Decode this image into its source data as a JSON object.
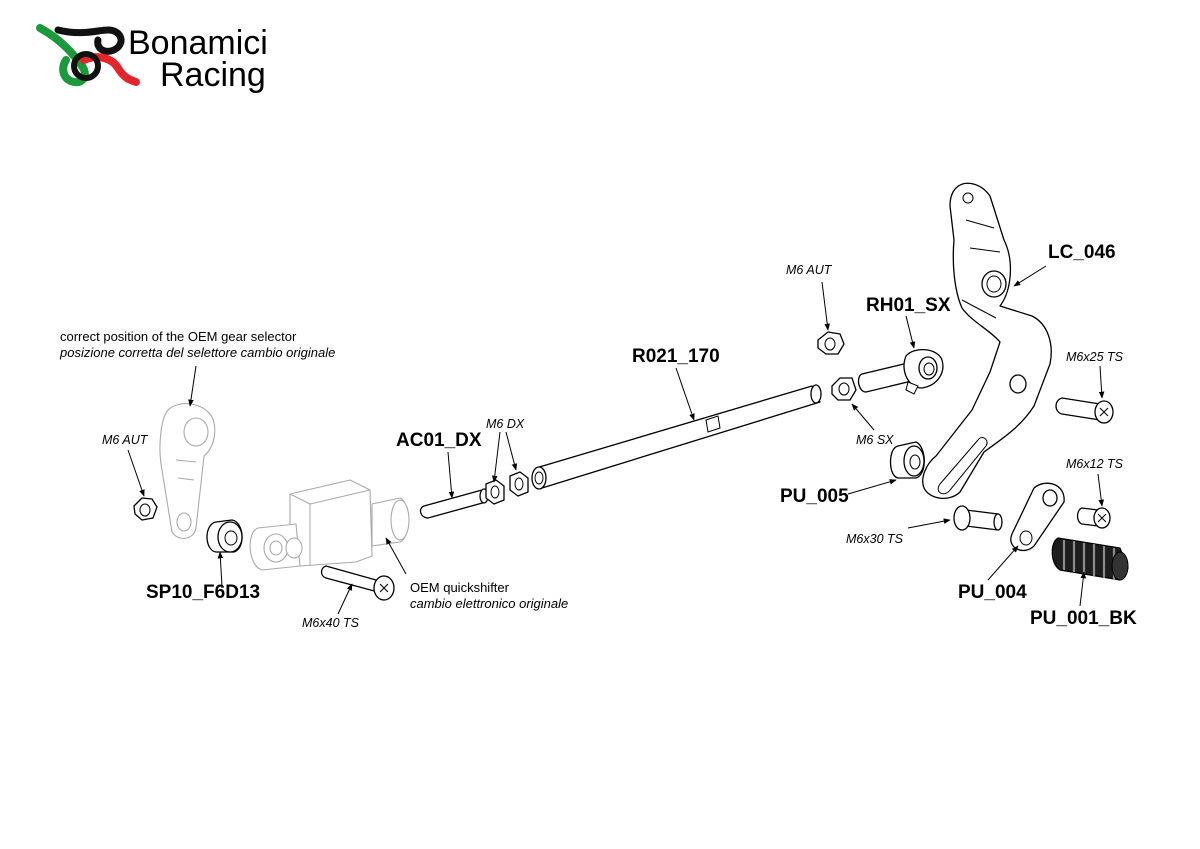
{
  "brand": {
    "line1": "Bonamici",
    "line2": "Racing",
    "colors": {
      "green": "#1a9a3a",
      "red": "#e3262b",
      "black": "#111111"
    }
  },
  "notes": {
    "selector_en": "correct position of the OEM gear selector",
    "selector_it": "posizione corretta del selettore cambio originale",
    "quickshifter_en": "OEM quickshifter",
    "quickshifter_it": "cambio elettronico originale"
  },
  "parts": {
    "lc_046": "LC_046",
    "rh01_sx": "RH01_SX",
    "r021_170": "R021_170",
    "ac01_dx": "AC01_DX",
    "sp10_f6d13": "SP10_F6D13",
    "pu_005": "PU_005",
    "pu_004": "PU_004",
    "pu_001_bk": "PU_001_BK"
  },
  "hardware": {
    "m6_aut_left": "M6 AUT",
    "m6_aut_right": "M6 AUT",
    "m6_dx": "M6 DX",
    "m6_sx": "M6 SX",
    "m6x25_ts": "M6x25 TS",
    "m6x12_ts": "M6x12 TS",
    "m6x30_ts": "M6x30 TS",
    "m6x40_ts": "M6x40 TS"
  }
}
